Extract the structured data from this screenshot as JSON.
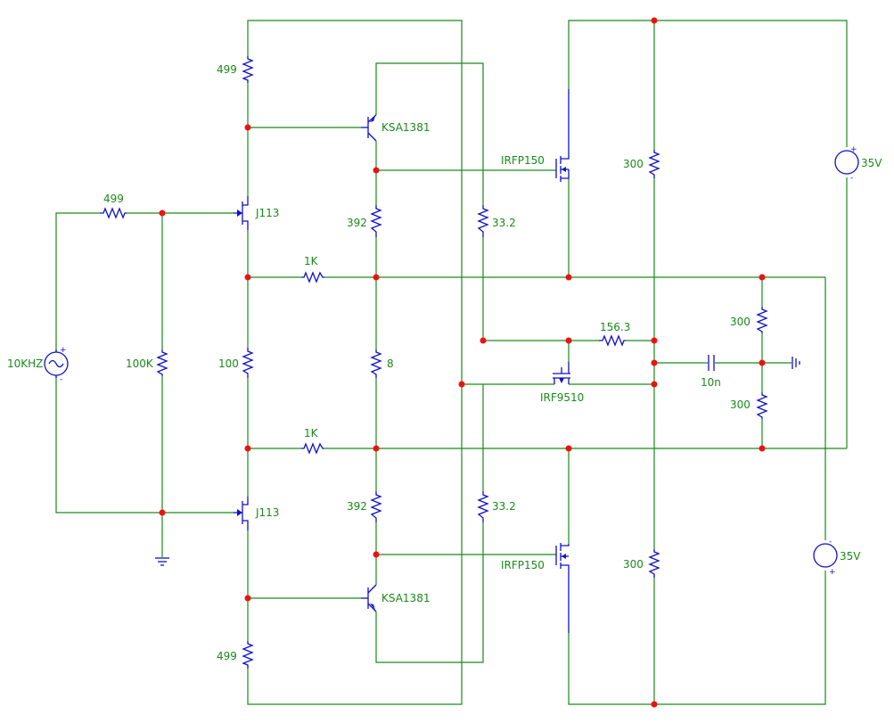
{
  "source": {
    "label": "10KHZ"
  },
  "supplies": [
    {
      "label": "35V",
      "plus": "+",
      "minus": "-"
    },
    {
      "label": "35V",
      "plus": "+",
      "minus": "-"
    }
  ],
  "resistors": [
    {
      "id": "R_in",
      "label": "499"
    },
    {
      "id": "R_bias",
      "label": "100K"
    },
    {
      "id": "R_top",
      "label": "499"
    },
    {
      "id": "R_bot",
      "label": "499"
    },
    {
      "id": "R_mid",
      "label": "100"
    },
    {
      "id": "R_fb_top",
      "label": "1K"
    },
    {
      "id": "R_fb_bot",
      "label": "1K"
    },
    {
      "id": "R_em_top",
      "label": "392"
    },
    {
      "id": "R_em_bot",
      "label": "392"
    },
    {
      "id": "R_load",
      "label": "8"
    },
    {
      "id": "R_g_top",
      "label": "33.2"
    },
    {
      "id": "R_g_bot",
      "label": "33.2"
    },
    {
      "id": "R_m_top",
      "label": "300"
    },
    {
      "id": "R_m_bot",
      "label": "300"
    },
    {
      "id": "R_156",
      "label": "156.3"
    },
    {
      "id": "R_div_top",
      "label": "300"
    },
    {
      "id": "R_div_bot",
      "label": "300"
    }
  ],
  "transistors": [
    {
      "id": "J1",
      "label": "J113"
    },
    {
      "id": "J2",
      "label": "J113"
    },
    {
      "id": "Q1",
      "label": "KSA1381"
    },
    {
      "id": "Q2",
      "label": "KSA1381"
    },
    {
      "id": "M1",
      "label": "IRFP150"
    },
    {
      "id": "M2",
      "label": "IRFP150"
    },
    {
      "id": "M3",
      "label": "IRF9510"
    }
  ],
  "capacitor": {
    "label": "10n"
  }
}
